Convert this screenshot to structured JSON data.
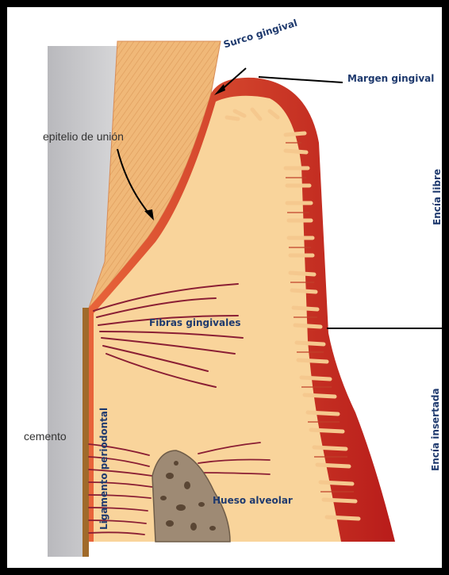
{
  "labels": {
    "surco_gingival": "Surco gingival",
    "margen_gingival": "Margen gingival",
    "epitelio_union": "epitelio de unión",
    "encia_libre": "Encía libre",
    "fibras_gingivales": "Fibras gingivales",
    "encia_insertada": "Encía insertada",
    "cemento": "cemento",
    "ligamento_periodontal": "Ligamento periodontal",
    "hueso_alveolar": "Hueso alveolar"
  },
  "colors": {
    "frame": "#000000",
    "tooth_gray": "#c9c9cc",
    "enamel": "#f0b878",
    "gingiva_light": "#f9d49b",
    "gingiva_red": "#d04428",
    "gingiva_dark": "#b01818",
    "fibers": "#8a1e34",
    "bone": "#9e8a74",
    "label_blue": "#1f3a6e"
  }
}
